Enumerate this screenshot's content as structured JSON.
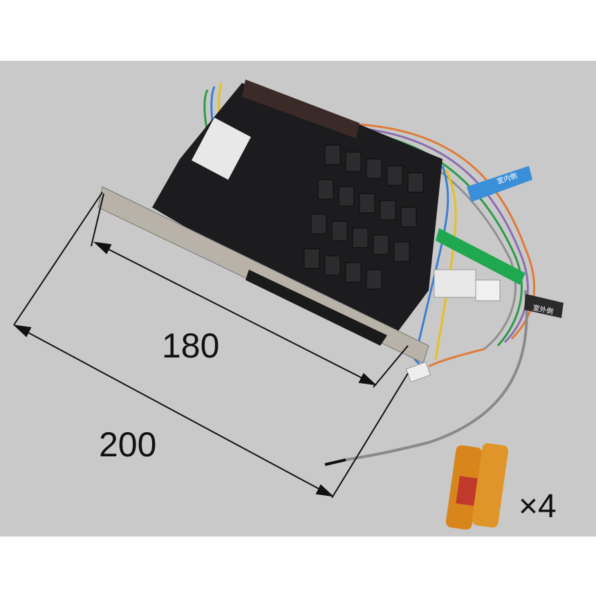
{
  "photo": {
    "background_color": "#c9c9c9",
    "dimensions": {
      "inner_width_label": "180",
      "outer_width_label": "200"
    },
    "battery_quantity_label": "×4",
    "tags": {
      "blue_tag": "室内側",
      "black_tag": "室外側"
    },
    "colors": {
      "body": "#1c1c1e",
      "plate": "#b8b2a8",
      "blue_tag": "#3a8fd8",
      "green_tag": "#1fa84f",
      "battery": "#d8861c"
    }
  }
}
